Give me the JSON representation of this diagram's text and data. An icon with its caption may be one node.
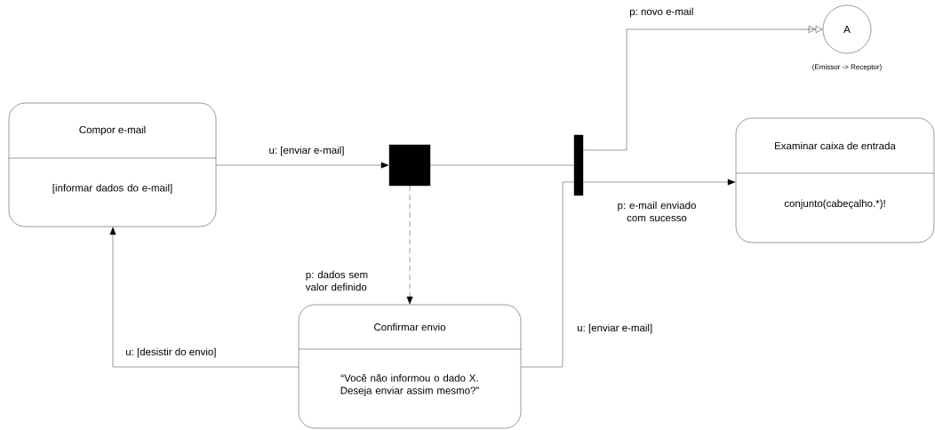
{
  "diagram": {
    "nodes": [
      {
        "text": [
          "Compor e-mail",
          "[informar dados do e-mail]"
        ]
      },
      {
        "text": [],
        "shape": "box"
      },
      {
        "text": [],
        "shape": "bar"
      },
      {
        "text": [
          "A"
        ],
        "beside": [
          "(Emissor -> Receptor)"
        ]
      },
      {
        "text": [
          "Examinar caixa de entrada",
          "conjunto(cabeçalho.*)!"
        ]
      },
      {
        "text": [
          "Confirmar envio",
          "“Você não informou o dado X. Deseja enviar assim mesmo?”"
        ]
      }
    ],
    "edges": [
      {
        "from": 0,
        "to": 1,
        "arrow": "to",
        "label": "u: [enviar e-mail]"
      },
      {
        "from": 1,
        "to": 2,
        "arrow": "none"
      },
      {
        "from": 1,
        "to": 5,
        "arrow": "to",
        "label": "p: dados sem valor definido",
        "style": "dashed"
      },
      {
        "from": 2,
        "to": 3,
        "arrow": "to",
        "label": "p: novo e-mail"
      },
      {
        "from": 2,
        "to": 4,
        "arrow": "to",
        "label": "p: e-mail enviado com sucesso"
      },
      {
        "from": 5,
        "to": 2,
        "arrow": "none",
        "label": "u: [enviar e-mail]"
      },
      {
        "from": 5,
        "to": 0,
        "arrow": "to",
        "label": "u: [desistir do envio]"
      }
    ]
  }
}
